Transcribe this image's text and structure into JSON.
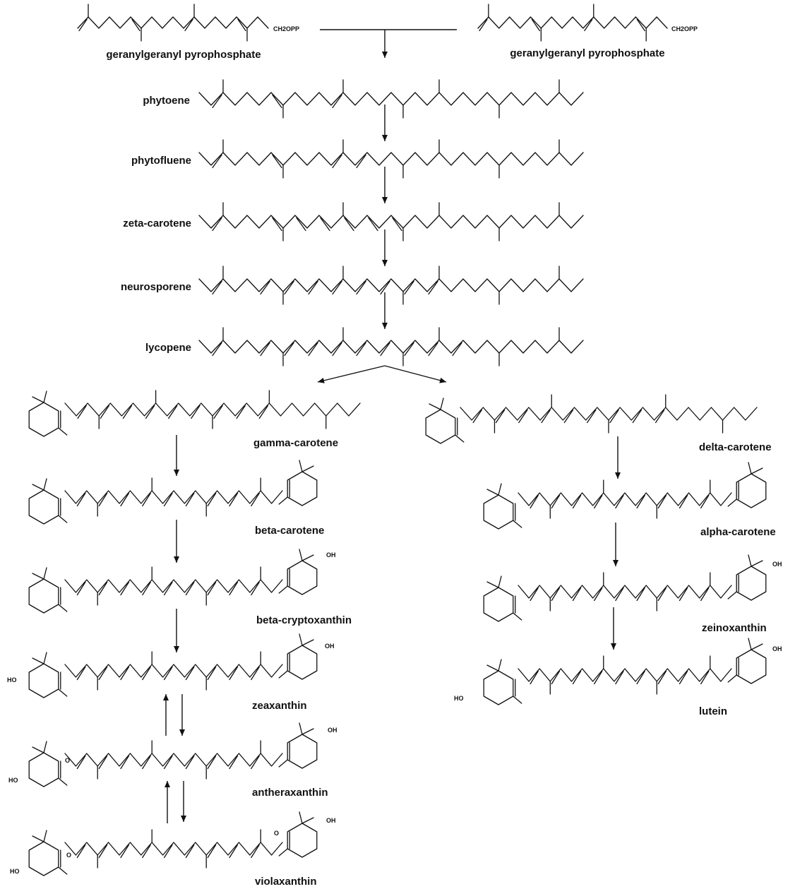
{
  "compounds": {
    "ggpp_left": "geranylgeranyl pyrophosphate",
    "ggpp_right": "geranylgeranyl pyrophosphate",
    "phytoene": "phytoene",
    "phytofluene": "phytofluene",
    "zeta_carotene": "zeta-carotene",
    "neurosporene": "neurosporene",
    "lycopene": "lycopene",
    "gamma_carotene": "gamma-carotene",
    "delta_carotene": "delta-carotene",
    "beta_carotene": "beta-carotene",
    "alpha_carotene": "alpha-carotene",
    "beta_cryptoxanthin": "beta-cryptoxanthin",
    "zeinoxanthin": "zeinoxanthin",
    "zeaxanthin": "zeaxanthin",
    "lutein": "lutein",
    "antheraxanthin": "antheraxanthin",
    "violaxanthin": "violaxanthin"
  },
  "atom_labels": {
    "ch2opp": "CH2OPP",
    "oh": "OH",
    "ho": "HO",
    "o": "O"
  }
}
